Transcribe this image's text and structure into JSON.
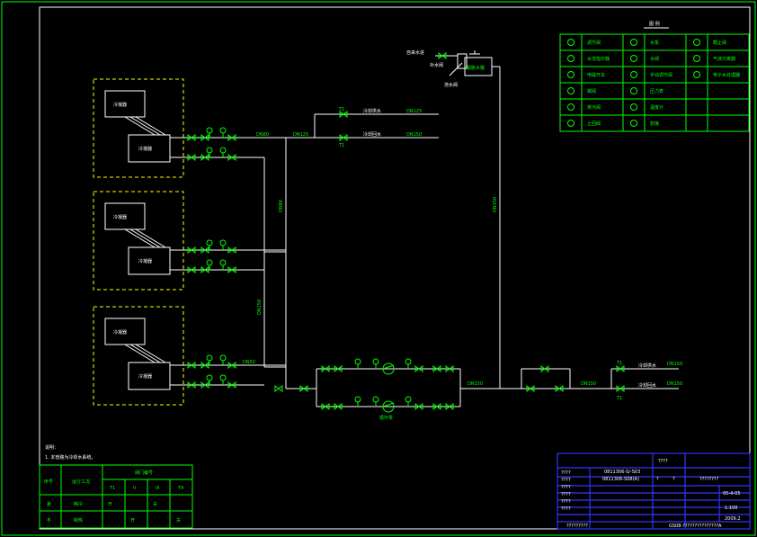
{
  "legend": {
    "title": "图 例",
    "items": [
      [
        "调节阀",
        "水泵",
        "截止阀"
      ],
      [
        "水流指示器",
        "水阀",
        "气液分离器"
      ],
      [
        "电磁开关",
        "手动调节阀",
        "电子水处理器"
      ],
      [
        "蝶阀",
        "压力表",
        ""
      ],
      [
        "排污阀",
        "温度计",
        ""
      ],
      [
        "止回阀",
        "软接",
        ""
      ]
    ]
  },
  "units": [
    {
      "top": "冷凝器",
      "bottom": "冷凝器"
    },
    {
      "top": "冷凝器",
      "bottom": "冷凝器"
    },
    {
      "top": "冷凝器",
      "bottom": "冷凝器"
    }
  ],
  "pipe_labels": {
    "dn80": "DN80",
    "dn125a": "DN125",
    "dn125b": "DN125",
    "dn150": "DN150",
    "dn150b": "DN150",
    "dn150c": "DN150",
    "dn125c": "DN125",
    "supply": "冷却供水",
    "return": "冷却回水",
    "t1": "T1",
    "t1b": "T1",
    "auto_water": "自来水进",
    "exhaust": "补水阀",
    "drain": "泄水阀",
    "tank": "膨胀水箱",
    "pump": "循环泵",
    "v_riser": "DN80",
    "v_riser2": "DN150",
    "v_main": "DN150",
    "dn50": "DN50",
    "right_out1": "冷却供水",
    "right_out2": "冷却回水",
    "right_dn1": "DN150",
    "right_dn2": "DN150",
    "t1c": "T1",
    "t1d": "T1"
  },
  "notes": {
    "heading": "说明：",
    "line1": "1. 本管路为冷却水系统。"
  },
  "ops_table": {
    "headers": [
      "序号",
      "运行工况",
      "阀门编号"
    ],
    "sub_headers": [
      "T1",
      "II",
      "III",
      "T4"
    ],
    "rows": [
      [
        "夏",
        "制冷",
        "开",
        "",
        "关",
        ""
      ],
      [
        "冬",
        "制热",
        "",
        "开",
        "",
        "关"
      ]
    ]
  },
  "title_block": {
    "project": "????",
    "code": "0811306-S/-S03",
    "code2": "0811306-S08(A)",
    "drawn": "????????",
    "date": "05-4-05",
    "scale": "1:100",
    "year": "2009.2",
    "drawing_no": "GS08-???????????????A",
    "rows": [
      "????",
      "????",
      "????",
      "????",
      "????",
      "????"
    ],
    "mark": "?????????",
    "q1": "?",
    "q2": "?"
  }
}
